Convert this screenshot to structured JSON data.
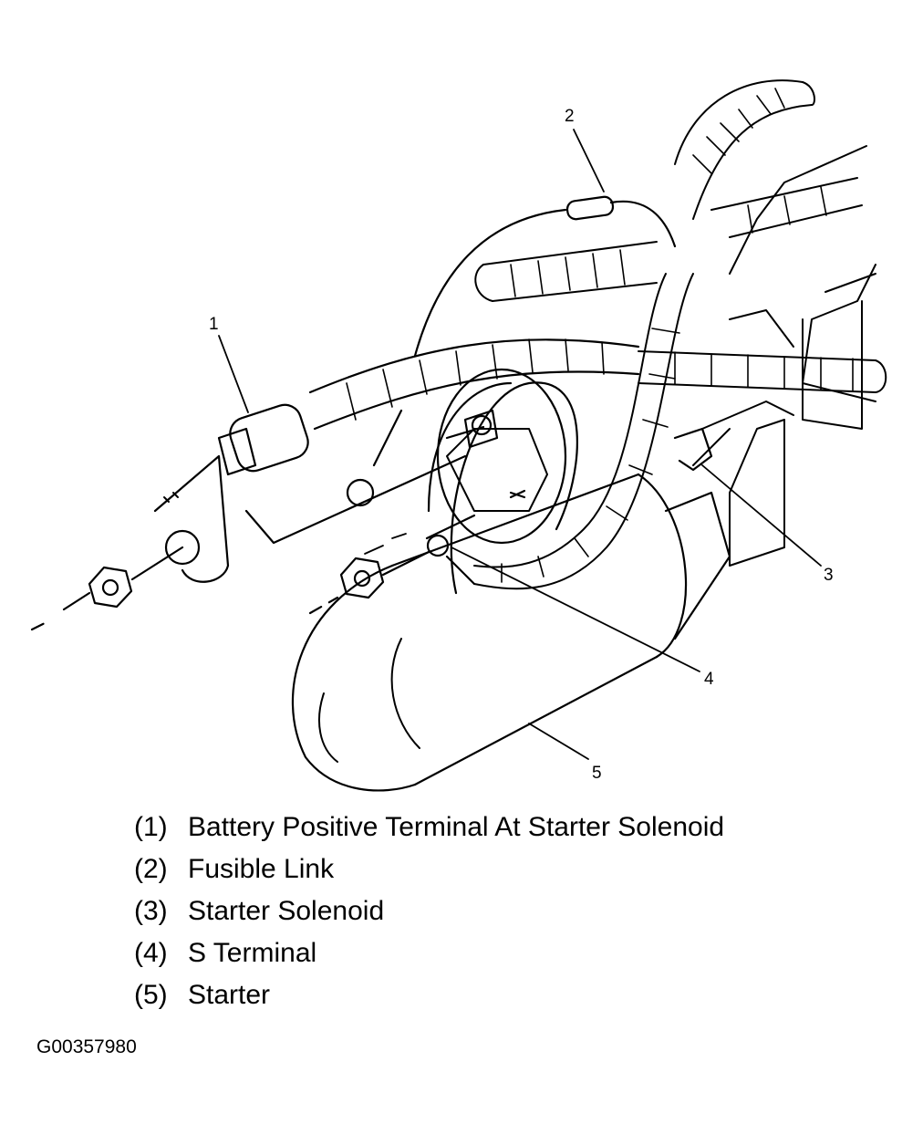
{
  "callouts": {
    "c1": "1",
    "c2": "2",
    "c3": "3",
    "c4": "4",
    "c5": "5"
  },
  "legend": [
    {
      "num": "(1)",
      "label": "Battery Positive Terminal At Starter Solenoid"
    },
    {
      "num": "(2)",
      "label": "Fusible Link"
    },
    {
      "num": "(3)",
      "label": "Starter Solenoid"
    },
    {
      "num": "(4)",
      "label": "S Terminal"
    },
    {
      "num": "(5)",
      "label": "Starter"
    }
  ],
  "figure_id": "G00357980"
}
